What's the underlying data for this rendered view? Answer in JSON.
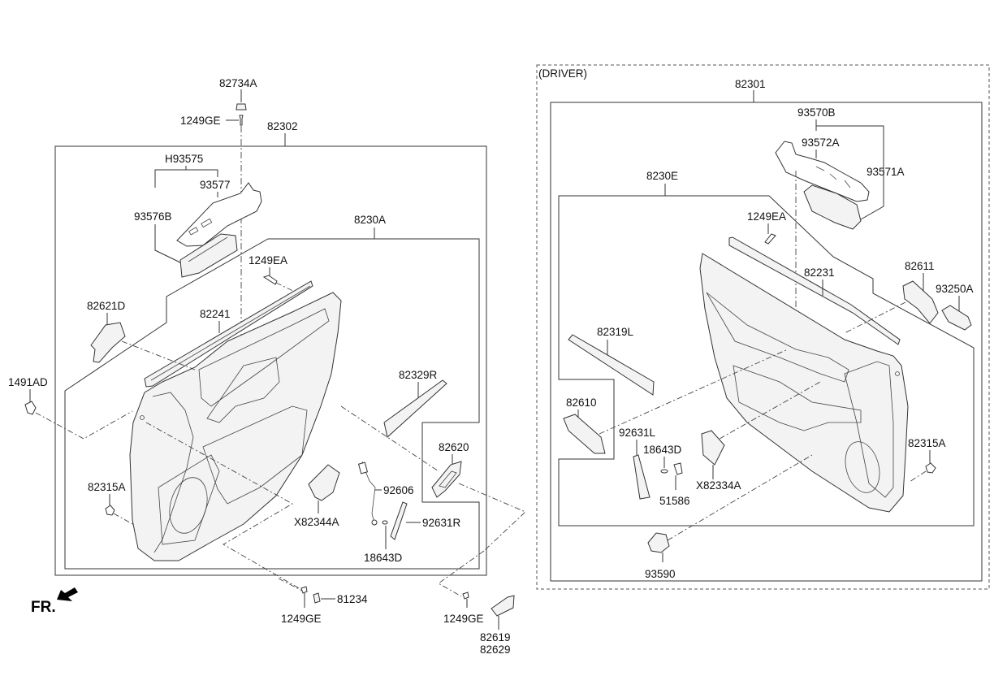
{
  "diagram": {
    "title": "Door trim panel parts diagram",
    "orientation_label": "FR.",
    "left_assembly": {
      "assembly": "82302",
      "panel": "8230A",
      "labels": {
        "cap": "82734A",
        "screw_top": "1249GE",
        "switch_assy": "H93575",
        "switch_bezel": "93577",
        "switch": "93576B",
        "screw_ea": "1249EA",
        "handle_bracket": "82621D",
        "weatherstrip": "82241",
        "clip_far": "1491AD",
        "garnish": "82329R",
        "inside_handle": "82620",
        "clip_fastener": "82315A",
        "pull_cover": "X82344A",
        "lamp_wiring": "92606",
        "courtesy_lamp": "92631R",
        "bulb": "18643D",
        "screw_bottom_mid": "1249GE",
        "plug": "81234",
        "screw_bottom_right": "1249GE",
        "cover_top": "82619",
        "cover_bottom": "82629"
      }
    },
    "right_assembly": {
      "group_label": "(DRIVER)",
      "assembly": "82301",
      "panel": "8230E",
      "labels": {
        "switch_assy": "93570B",
        "switch_bezel": "93572A",
        "switch": "93571A",
        "screw_ea": "1249EA",
        "weatherstrip": "82231",
        "handle_bracket": "82611",
        "mirror_switch": "93250A",
        "garnish": "82319L",
        "inside_handle": "82610",
        "courtesy_lamp": "92631L",
        "bulb": "18643D",
        "socket": "51586",
        "pull_cover": "X82334A",
        "clip_fastener": "82315A",
        "lock_switch": "93590"
      }
    }
  }
}
